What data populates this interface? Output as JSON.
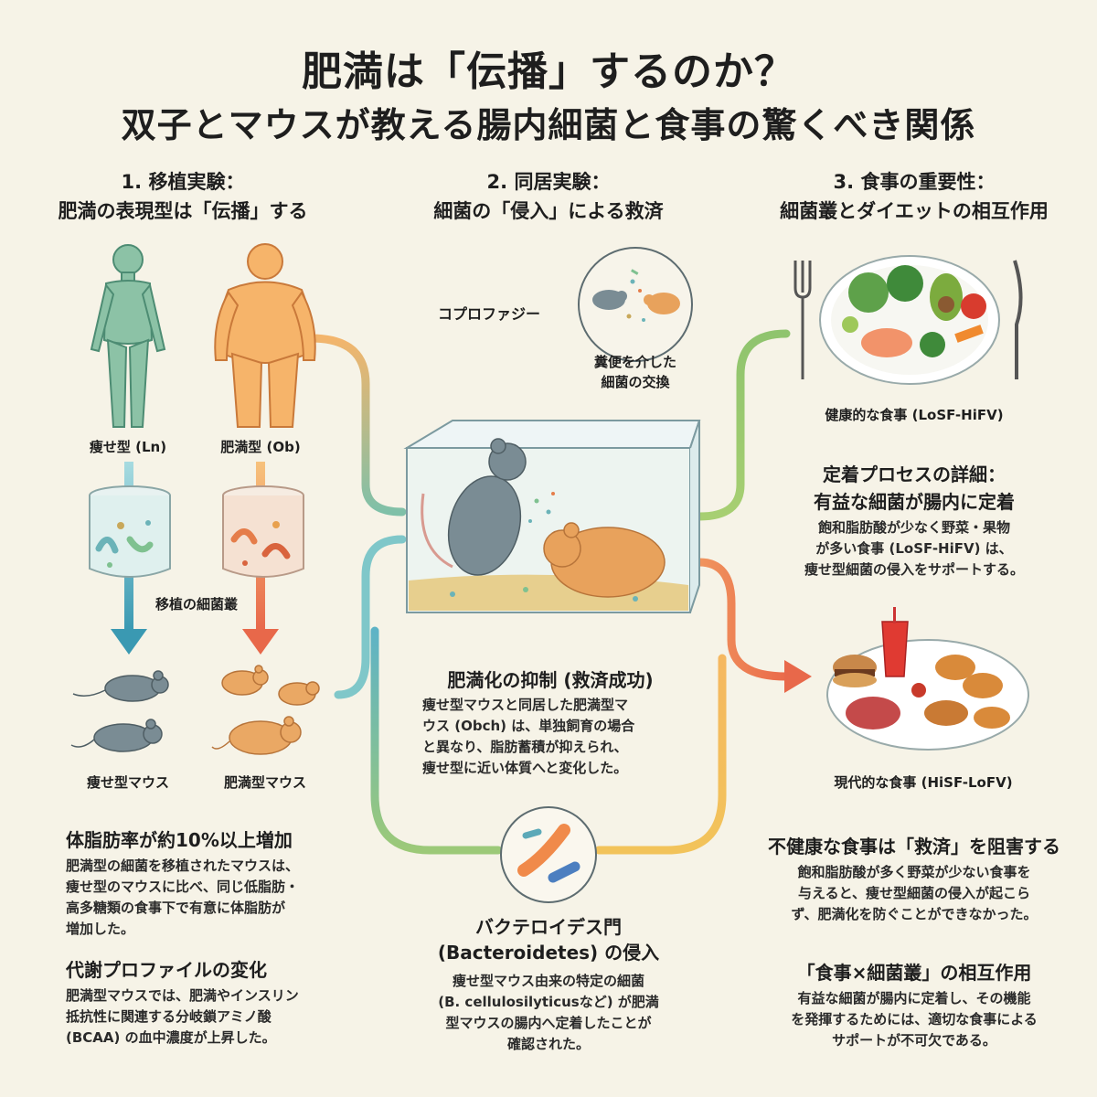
{
  "title": {
    "line1": "肥満は「伝播」するのか？",
    "line2": "双子とマウスが教える腸内細菌と食事の驚くべき関係"
  },
  "section1": {
    "heading_line1": "1. 移植実験：",
    "heading_line2": "肥満の表現型は「伝播」する",
    "lean_label": "痩せ型 (Ln)",
    "obese_label": "肥満型 (Ob)",
    "microbiota_label": "移植の細菌叢",
    "lean_mouse_label": "痩せ型マウス",
    "obese_mouse_label": "肥満型マウス",
    "block1_title": "体脂肪率が約10%以上増加",
    "block1_lines": [
      "肥満型の細菌を移植されたマウスは、",
      "痩せ型のマウスに比べ、同じ低脂肪・",
      "高多糖類の食事下で有意に体脂肪が",
      "増加した。"
    ],
    "block2_title": "代謝プロファイルの変化",
    "block2_lines": [
      "肥満型マウスでは、肥満やインスリン",
      "抵抗性に関連する分岐鎖アミノ酸",
      "(BCAA) の血中濃度が上昇した。"
    ]
  },
  "section2": {
    "heading_line1": "2. 同居実験：",
    "heading_line2": "細菌の「侵入」による救済",
    "coprophagy_label": "コプロファジー",
    "exchange_line1": "糞便を介した",
    "exchange_line2": "細菌の交換",
    "result_title": "肥満化の抑制 (救済成功)",
    "result_lines": [
      "痩せ型マウスと同居した肥満型マ",
      "ウス (Obch) は、単独飼育の場合",
      "と異なり、脂肪蓄積が抑えられ、",
      "痩せ型に近い体質へと変化した。"
    ],
    "bact_title_line1": "バクテロイデス門",
    "bact_title_line2": "(Bacteroidetes) の侵入",
    "bact_lines": [
      "痩せ型マウス由来の特定の細菌",
      "(B. cellulosilyticusなど) が肥満",
      "型マウスの腸内へ定着したことが",
      "確認された。"
    ]
  },
  "section3": {
    "heading_line1": "3. 食事の重要性：",
    "heading_line2": "細菌叢とダイエットの相互作用",
    "healthy_label": "健康的な食事 (LoSF-HiFV)",
    "process_title_line1": "定着プロセスの詳細：",
    "process_title_line2": "有益な細菌が腸内に定着",
    "process_lines": [
      "飽和脂肪酸が少なく野菜・果物",
      "が多い食事 (LoSF-HiFV) は、",
      "痩せ型細菌の侵入をサポートする。"
    ],
    "modern_label": "現代的な食事 (HiSF-LoFV)",
    "unhealthy_title": "不健康な食事は「救済」を阻害する",
    "unhealthy_lines": [
      "飽和脂肪酸が多く野菜が少ない食事を",
      "与えると、痩せ型細菌の侵入が起こら",
      "ず、肥満化を防ぐことができなかった。"
    ],
    "interaction_title": "「食事×細菌叢」の相互作用",
    "interaction_lines": [
      "有益な細菌が腸内に定着し、その機能",
      "を発揮するためには、適切な食事による",
      "サポートが不可欠である。"
    ]
  },
  "colors": {
    "background": "#f6f3e7",
    "lean_green": "#6fae8e",
    "obese_orange": "#f2a154",
    "mouse_gray": "#6f8088",
    "mouse_orange": "#e9a45e",
    "arrow_teal": "#4fa6b8",
    "arrow_red": "#e8684a"
  }
}
